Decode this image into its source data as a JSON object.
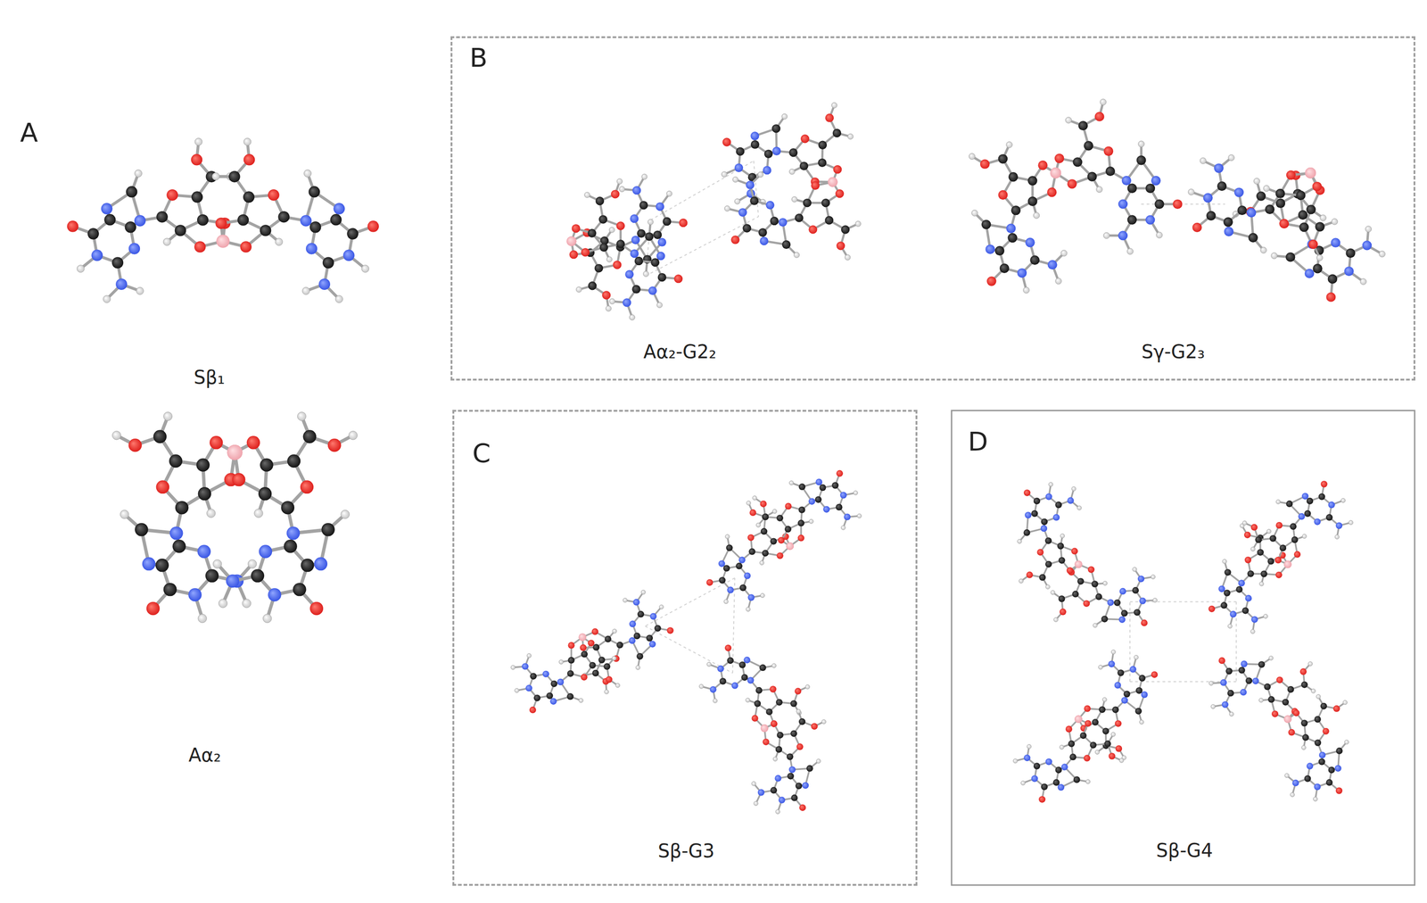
{
  "diagram": {
    "nodes": [
      {
        "text": [
          "B",
          "Aα₂-G2₂",
          "Sγ-G2₃"
        ]
      },
      {
        "text": [
          "C",
          "Sβ-G3"
        ]
      },
      {
        "text": [
          "D",
          "Sβ-G4"
        ]
      }
    ],
    "labels": [
      "A",
      "Sβ₁",
      "Aα₂"
    ]
  }
}
